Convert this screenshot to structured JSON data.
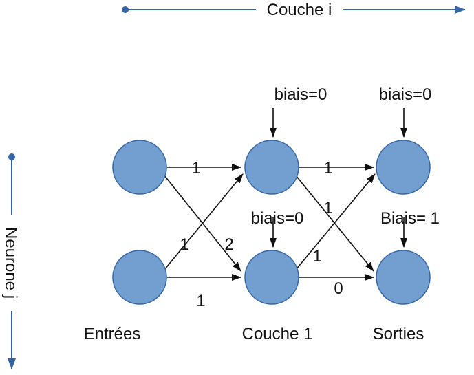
{
  "colors": {
    "node_fill": "#729fcf",
    "node_stroke": "#3465a4",
    "axis": "#3465a4",
    "background": "#ffffff"
  },
  "axes": {
    "horizontal_label": "Couche i",
    "vertical_label": "Neurone j"
  },
  "column_labels": {
    "inputs": "Entrées",
    "hidden": "Couche 1",
    "outputs": "Sorties"
  },
  "biases": {
    "hidden_top": "biais=0",
    "output_top": "biais=0",
    "hidden_bottom": "biais=0",
    "output_bottom": "Biais= 1"
  },
  "weights": {
    "in_top_to_h_top": "1",
    "in_bottom_to_h_top": "1",
    "in_top_to_h_bottom": "2",
    "in_bottom_to_h_bottom": "1",
    "h_top_to_out_top": "1",
    "h_top_to_out_bottom": "1",
    "h_bottom_to_out_top": "1",
    "h_bottom_to_out_bottom": "0"
  }
}
